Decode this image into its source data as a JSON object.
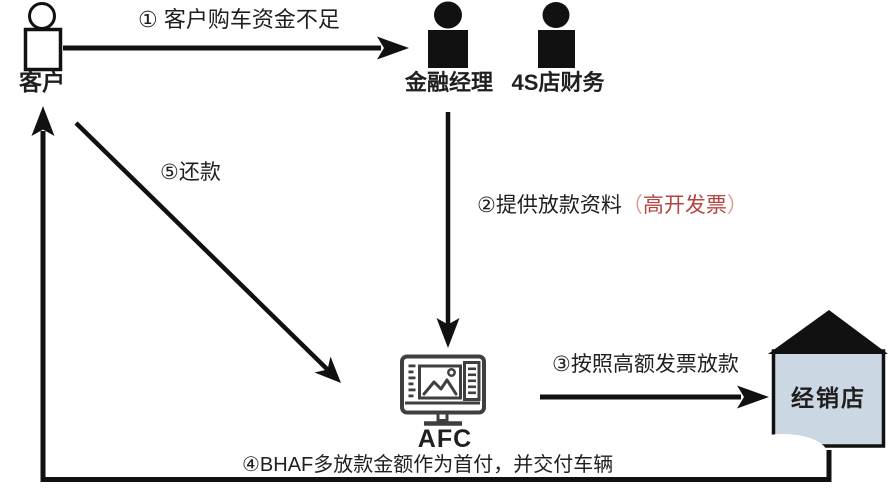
{
  "diagram": {
    "actors": {
      "customer": {
        "label": "客户"
      },
      "finance_manager": {
        "label": "金融经理"
      },
      "dealer_finance": {
        "label": "4S店财务"
      },
      "afc": {
        "label": "AFC"
      },
      "dealer_store": {
        "label": "经销店"
      }
    },
    "steps": {
      "step1": {
        "label": "① 客户购车资金不足"
      },
      "step2": {
        "prefix": "②提供放款资料",
        "paren_open": "（",
        "highlight": "高开发票",
        "paren_close": "）"
      },
      "step3": {
        "label": "③按照高额发票放款"
      },
      "step4": {
        "label": "④BHAF多放款金额作为首付，并交付车辆"
      },
      "step5": {
        "label": "⑤还款"
      }
    },
    "colors": {
      "line": "#111111",
      "highlight_red": "#b5453f",
      "paren_red": "#dd9b97",
      "house_fill": "#ccd7e4",
      "icon_gray": "#3f3f3f"
    }
  }
}
